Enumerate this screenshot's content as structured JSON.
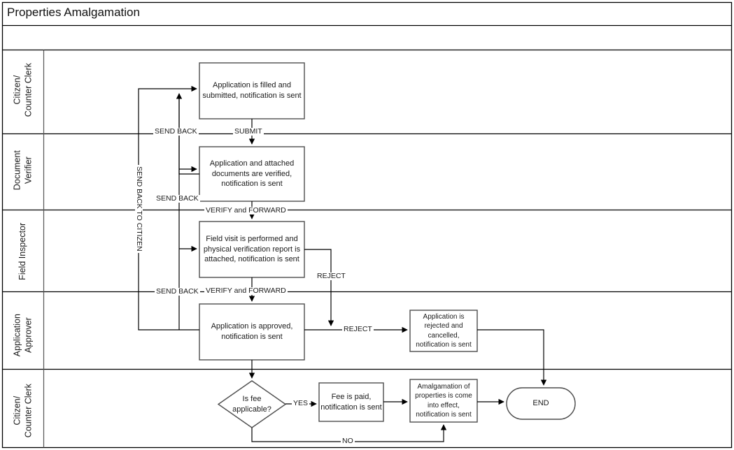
{
  "diagram": {
    "title": "Properties Amalgamation",
    "type": "swimlane-flowchart",
    "lanes": [
      {
        "id": "lane-citizen-top",
        "label": "Citizen/\nCounter Clerk",
        "label_line1": "Citizen/",
        "label_line2": "Counter Clerk"
      },
      {
        "id": "lane-document-verifier",
        "label": "Document\nVerifier",
        "label_line1": "Document",
        "label_line2": "Verifier"
      },
      {
        "id": "lane-field-inspector",
        "label": "Field Inspector",
        "label_line1": "Field Inspector",
        "label_line2": ""
      },
      {
        "id": "lane-application-approver",
        "label": "Application\nApprover",
        "label_line1": "Application",
        "label_line2": "Approver"
      },
      {
        "id": "lane-citizen-bottom",
        "label": "Citizen/\nCounter Clerk",
        "label_line1": "Citizen/",
        "label_line2": "Counter Clerk"
      }
    ],
    "nodes": [
      {
        "id": "node-application-submitted",
        "lane": "lane-citizen-top",
        "shape": "process",
        "lines": [
          "Application is filled and",
          "submitted, notification is sent"
        ]
      },
      {
        "id": "node-documents-verified",
        "lane": "lane-document-verifier",
        "shape": "process",
        "lines": [
          "Application and attached",
          "documents are verified,",
          "notification is sent"
        ]
      },
      {
        "id": "node-field-visit",
        "lane": "lane-field-inspector",
        "shape": "process",
        "lines": [
          "Field visit is performed and",
          "physical verification report is",
          "attached, notification is sent"
        ]
      },
      {
        "id": "node-application-approved",
        "lane": "lane-application-approver",
        "shape": "process",
        "lines": [
          "Application is approved,",
          "notification is sent"
        ]
      },
      {
        "id": "node-application-rejected",
        "lane": "lane-application-approver",
        "shape": "process",
        "lines": [
          "Application is",
          "rejected and",
          "cancelled,",
          "notification is sent"
        ]
      },
      {
        "id": "node-fee-decision",
        "lane": "lane-citizen-bottom",
        "shape": "decision",
        "lines": [
          "Is fee",
          "applicable?"
        ]
      },
      {
        "id": "node-fee-paid",
        "lane": "lane-citizen-bottom",
        "shape": "process",
        "lines": [
          "Fee is paid,",
          "notification is sent"
        ]
      },
      {
        "id": "node-amalgamation-effect",
        "lane": "lane-citizen-bottom",
        "shape": "process",
        "lines": [
          "Amalgamation of",
          "properties is come",
          "into effect,",
          "notification is sent"
        ]
      },
      {
        "id": "node-end",
        "lane": "lane-citizen-bottom",
        "shape": "terminator",
        "lines": [
          "END"
        ]
      }
    ],
    "edges": [
      {
        "id": "edge-submit",
        "label": "SUBMIT",
        "from": "node-application-submitted",
        "to": "node-documents-verified"
      },
      {
        "id": "edge-send-back-to-citizen-1",
        "label": "SEND BACK",
        "from": "node-documents-verified",
        "to": "node-application-submitted"
      },
      {
        "id": "edge-verify-forward-1",
        "label": "VERIFY and FORWARD",
        "from": "node-documents-verified",
        "to": "node-field-visit"
      },
      {
        "id": "edge-send-back-2",
        "label": "SEND BACK",
        "from": "node-field-visit",
        "to": "node-documents-verified"
      },
      {
        "id": "edge-verify-forward-2",
        "label": "VERIFY and FORWARD",
        "from": "node-field-visit",
        "to": "node-application-approved"
      },
      {
        "id": "edge-send-back-3",
        "label": "SEND BACK",
        "from": "node-application-approved",
        "to": "node-field-visit"
      },
      {
        "id": "edge-send-back-to-citizen",
        "label": "SEND BACK TO CITIZEN",
        "from": "node-application-approved",
        "to": "node-application-submitted"
      },
      {
        "id": "edge-reject-inspector",
        "label": "REJECT",
        "from": "node-field-visit",
        "to": "node-application-rejected"
      },
      {
        "id": "edge-reject-approver",
        "label": "REJECT",
        "from": "node-application-approved",
        "to": "node-application-rejected"
      },
      {
        "id": "edge-rejected-to-end",
        "label": "",
        "from": "node-application-rejected",
        "to": "node-end"
      },
      {
        "id": "edge-approved-to-decision",
        "label": "",
        "from": "node-application-approved",
        "to": "node-fee-decision"
      },
      {
        "id": "edge-fee-yes",
        "label": "YES",
        "from": "node-fee-decision",
        "to": "node-fee-paid"
      },
      {
        "id": "edge-fee-no",
        "label": "NO",
        "from": "node-fee-decision",
        "to": "node-amalgamation-effect"
      },
      {
        "id": "edge-fee-paid-to-amalgamation",
        "label": "",
        "from": "node-fee-paid",
        "to": "node-amalgamation-effect"
      },
      {
        "id": "edge-amalgamation-to-end",
        "label": "",
        "from": "node-amalgamation-effect",
        "to": "node-end"
      }
    ],
    "colors": {
      "line": "#000000",
      "node_border": "#4d4d4d",
      "frame": "#000000",
      "background": "#ffffff",
      "text": "#1a1a1a"
    }
  }
}
